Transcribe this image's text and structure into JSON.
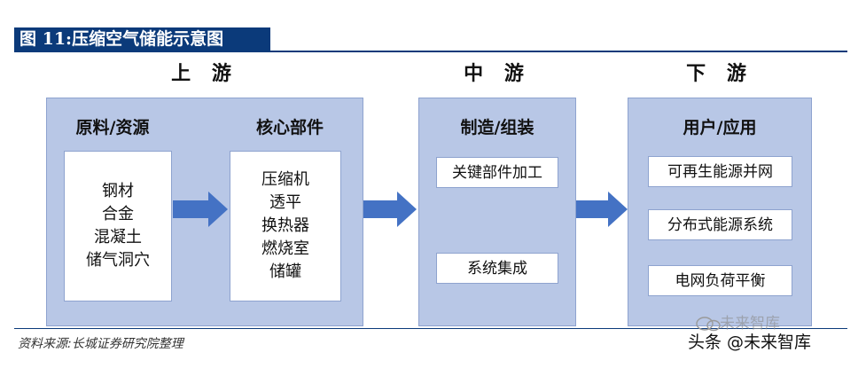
{
  "figure_title": "图 11:压缩空气储能示意图",
  "stages": [
    {
      "label": "上 游"
    },
    {
      "label": "中 游"
    },
    {
      "label": "下 游"
    }
  ],
  "upstream": {
    "raw": {
      "heading": "原料/资源",
      "items": [
        "钢材",
        "合金",
        "混凝土",
        "储气洞穴"
      ]
    },
    "core": {
      "heading": "核心部件",
      "items": [
        "压缩机",
        "透平",
        "换热器",
        "燃烧室",
        "储罐"
      ]
    }
  },
  "midstream": {
    "heading": "制造/组装",
    "items": [
      "关键部件加工",
      "系统集成"
    ]
  },
  "downstream": {
    "heading": "用户/应用",
    "items": [
      "可再生能源并网",
      "分布式能源系统",
      "电网负荷平衡"
    ]
  },
  "source": "资料来源:长城证券研究院整理",
  "watermark": "头条 @未来智库",
  "watermark_faint": "未来智库",
  "colors": {
    "panel": "#b8c7e6",
    "arrow": "#4472c4",
    "title_bg": "#0b3a7a"
  }
}
